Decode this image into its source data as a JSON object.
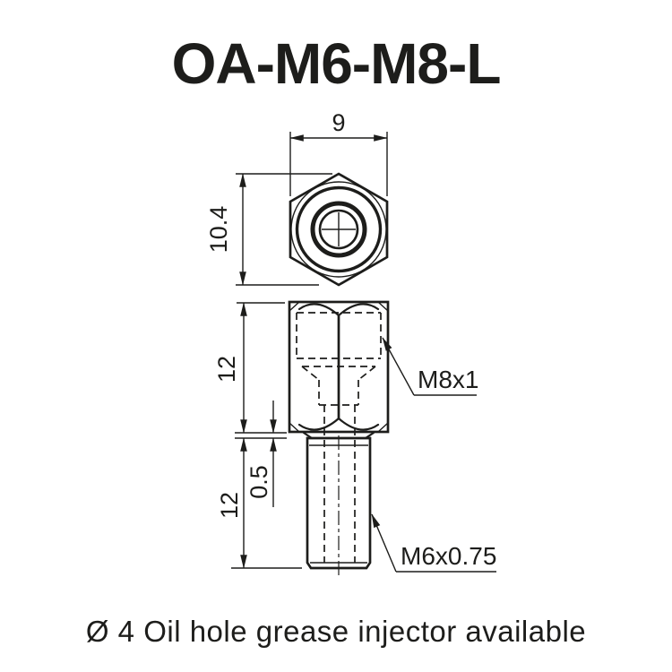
{
  "drawing": {
    "title": "OA-M6-M8-L",
    "note": "Ø 4 Oil hole grease injector available"
  },
  "top_view": {
    "dim_across_flats": "9",
    "dim_across_corners": "10.4"
  },
  "front_view": {
    "dim_hex_length": "12",
    "dim_collar": "0.5",
    "dim_thread_length": "12",
    "label_internal_thread": "M8x1",
    "label_external_thread": "M6x0.75"
  },
  "colors": {
    "ink": "#1d1d1b",
    "background": "#ffffff"
  }
}
